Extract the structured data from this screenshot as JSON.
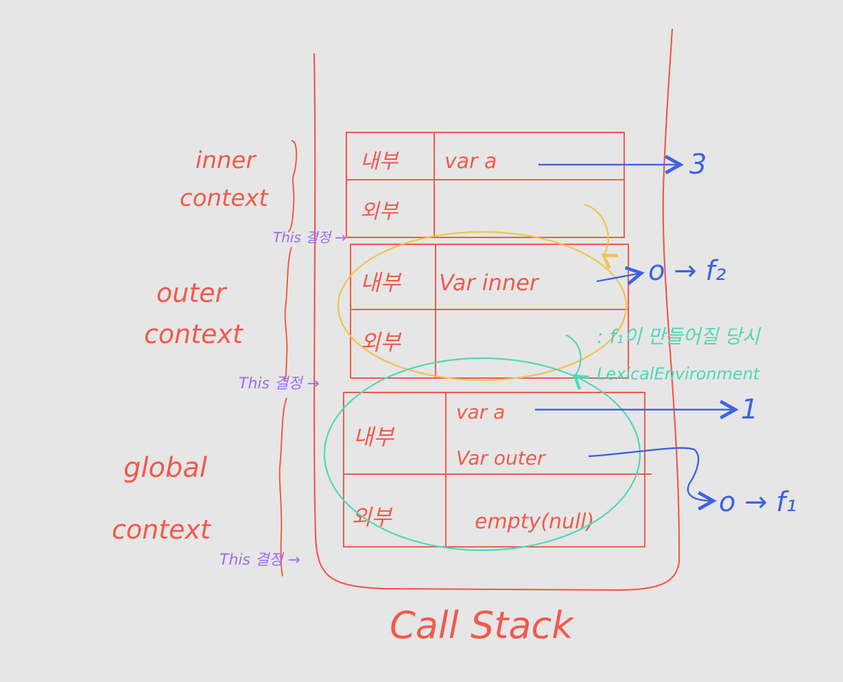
{
  "diagram": {
    "call_stack_label": "Call Stack",
    "contexts": [
      {
        "id": "inner",
        "label_line1": "inner",
        "label_line2": "context",
        "rows": [
          {
            "key": "내부",
            "value": "var a"
          },
          {
            "key": "외부",
            "value": ""
          }
        ],
        "this_label": "This 결정 →"
      },
      {
        "id": "outer",
        "label_line1": "outer",
        "label_line2": "context",
        "rows": [
          {
            "key": "내부",
            "value": "Var inner"
          },
          {
            "key": "외부",
            "value": ""
          }
        ],
        "this_label": "This 결정 →"
      },
      {
        "id": "global",
        "label_line1": "global",
        "label_line2": "context",
        "rows": [
          {
            "key": "내부",
            "value_line1": "var a",
            "value_line2": "Var outer"
          },
          {
            "key": "외부",
            "value": "empty(null)"
          }
        ],
        "this_label": "This 결정 →"
      }
    ],
    "pointers": {
      "inner_a": "3",
      "inner_fn": "o → f₂",
      "global_a": "1",
      "outer_fn": "o → f₁"
    },
    "annotation": {
      "line1": ": f₁이 만들어질 당시",
      "line2": "LexicalEnvironment"
    },
    "colors": {
      "background": "#e6e6e6",
      "red": "#f2594b",
      "purple": "#9b6cf0",
      "blue": "#3e63e0",
      "yellow": "#f5c24a",
      "teal": "#4fd8b8"
    }
  }
}
